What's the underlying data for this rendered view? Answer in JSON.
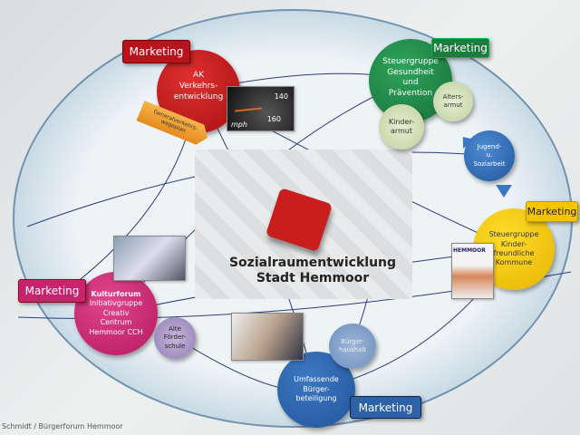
{
  "center": {
    "line1": "Sozialraumentwicklung",
    "line2": "Stadt Hemmoor"
  },
  "nodes": {
    "verkehr": {
      "line1": "AK",
      "line2": "Verkehrs-",
      "line3": "entwicklung",
      "marketing": "Marketing",
      "arrow": "Generalverkehrs-wegeplan",
      "color": "#c0161c"
    },
    "gesundheit": {
      "line1": "Steuergruppe",
      "line2": "Gesundheit",
      "line3": "und",
      "line4": "Prävention",
      "marketing": "Marketing",
      "color": "#1e8a4a"
    },
    "altersarmut": {
      "line1": "Alters-",
      "line2": "armut"
    },
    "kinderarmut": {
      "line1": "Kinder-",
      "line2": "armut"
    },
    "jugend": {
      "line1": "Jugend-",
      "line2": "u.",
      "line3": "Soziarbeit",
      "color": "#2f6fb8"
    },
    "kinderfreundlich": {
      "line1": "Steuergruppe",
      "line2": "Kinder-",
      "line3": "freundliche",
      "line4": "Kommune",
      "marketing": "Marketing",
      "image_text": "HEMMOOR",
      "color": "#f2c500"
    },
    "kulturforum": {
      "line1": "Kulturforum",
      "line2": "Initiativgruppe",
      "line3": "Creativ",
      "line4": "Centrum",
      "line5": "Hemmoor CCH",
      "marketing": "Marketing",
      "color": "#c8246e"
    },
    "foerderschule": {
      "line1": "Alte",
      "line2": "Förder-",
      "line3": "schule"
    },
    "buergerhaushalt": {
      "line1": "Bürger-",
      "line2": "haushalt"
    },
    "beteiligung": {
      "line1": "Umfassende",
      "line2": "Bürger-",
      "line3": "beteiligung",
      "marketing": "Marketing",
      "color": "#2e62a8"
    }
  },
  "speedometer": {
    "labels": [
      "140",
      "160",
      "mph"
    ]
  },
  "footer": "Schmidt / Bürgerforum Hemmoor"
}
